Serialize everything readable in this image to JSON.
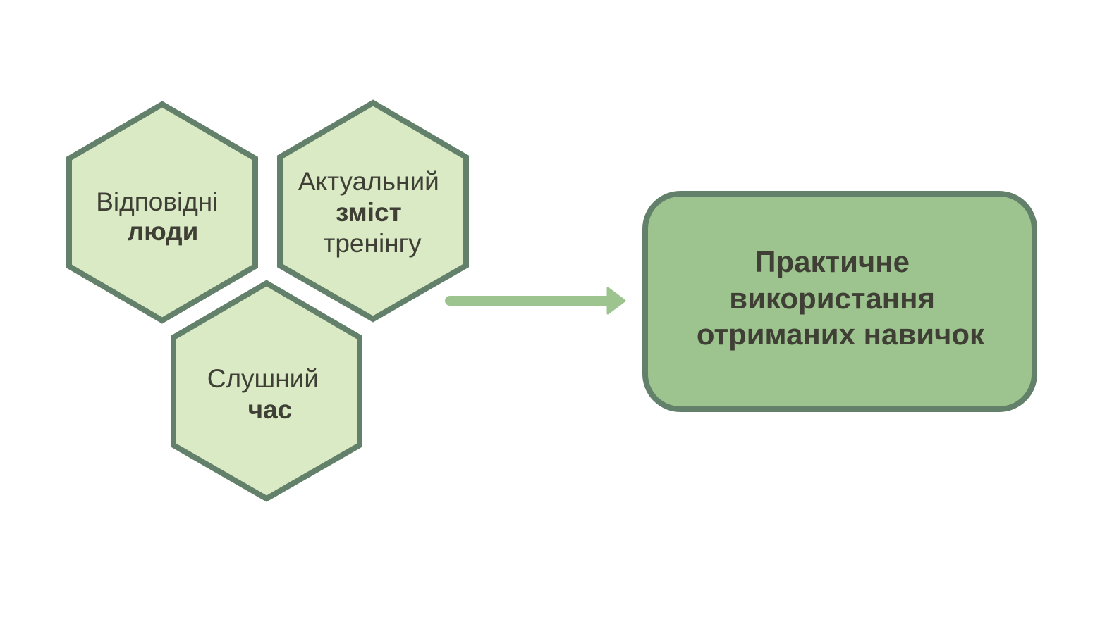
{
  "colors": {
    "hex_fill": "#d9eac4",
    "hex_stroke": "#63806a",
    "result_fill": "#9dc48f",
    "result_stroke": "#63806a",
    "arrow": "#9dc48f",
    "text": "#3f3f36"
  },
  "hexagons": [
    {
      "line1": "Відповідні",
      "line2": "люди"
    },
    {
      "line1": "Актуальний",
      "line2": "зміст",
      "line3": "тренінгу"
    },
    {
      "line1": "Слушний",
      "line2": "час"
    }
  ],
  "result": {
    "line1": "Практичне",
    "line2": "використання",
    "line3": "отриманих навичок"
  }
}
